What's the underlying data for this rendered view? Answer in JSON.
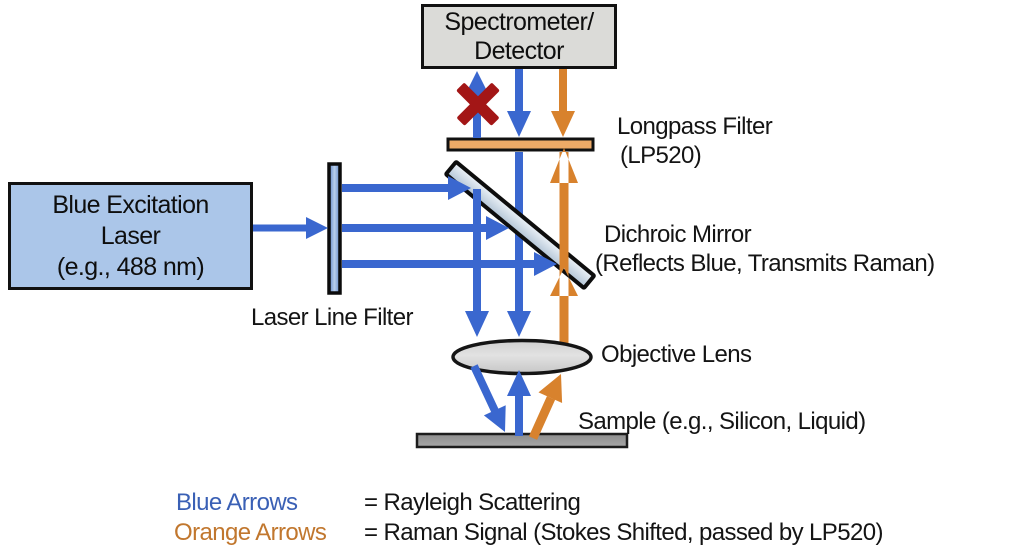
{
  "diagram": {
    "title_hint": "Raman microscope optical path diagram",
    "detector": {
      "line1": "Spectrometer/",
      "line2": "Detector"
    },
    "laser": {
      "line1": "Blue Excitation",
      "line2": "Laser",
      "line3": "(e.g., 488 nm)"
    },
    "labels": {
      "longpass_line1": "Longpass Filter",
      "longpass_line2": "(LP520)",
      "dichroic_line1": "Dichroic Mirror",
      "dichroic_line2": "(Reflects Blue, Transmits Raman)",
      "laser_line_filter": "Laser Line Filter",
      "objective": "Objective Lens",
      "sample": "Sample (e.g., Silicon, Liquid)"
    },
    "legend": {
      "blue_term": "Blue Arrows",
      "blue_def": "= Rayleigh Scattering",
      "orange_term": "Orange Arrows",
      "orange_def": "= Raman Signal (Stokes Shifted, passed by LP520)"
    },
    "colors": {
      "blue_arrow": "#3a67cf",
      "orange_arrow": "#d8822d",
      "blocked_red": "#a31616",
      "legend_blue": "#3a60b5",
      "legend_orange": "#c1772e",
      "longpass_fill": "#edaa67",
      "detector_fill": "#dbdbd8",
      "laser_fill": "#abc6e9",
      "sample_fill": "#9b9b9b"
    }
  }
}
